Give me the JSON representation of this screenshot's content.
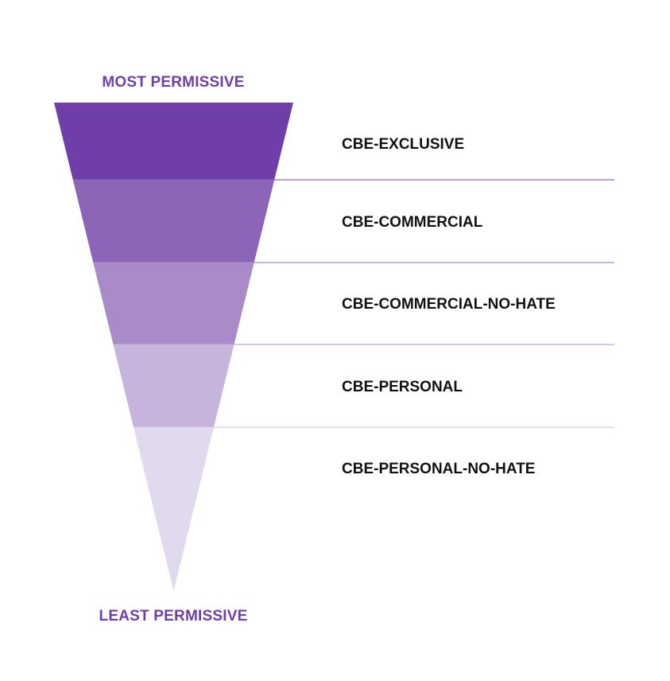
{
  "top_label": "MOST PERMISSIVE",
  "bottom_label": "LEAST PERMISSIVE",
  "accent_color": "#6f3ea8",
  "tiers": [
    {
      "label": "CBE-EXCLUSIVE",
      "fill": "#6f3ea8",
      "line": "#8e66c0"
    },
    {
      "label": "CBE-COMMERCIAL",
      "fill": "#8c65b8",
      "line": "#a688cf"
    },
    {
      "label": "CBE-COMMERCIAL-NO-HATE",
      "fill": "#a88bc8",
      "line": "#bca6db"
    },
    {
      "label": "CBE-PERSONAL",
      "fill": "#c6b4dc",
      "line": "#d6cae8"
    },
    {
      "label": "CBE-PERSONAL-NO-HATE",
      "fill": "#e1d9ee",
      "line": null
    }
  ]
}
